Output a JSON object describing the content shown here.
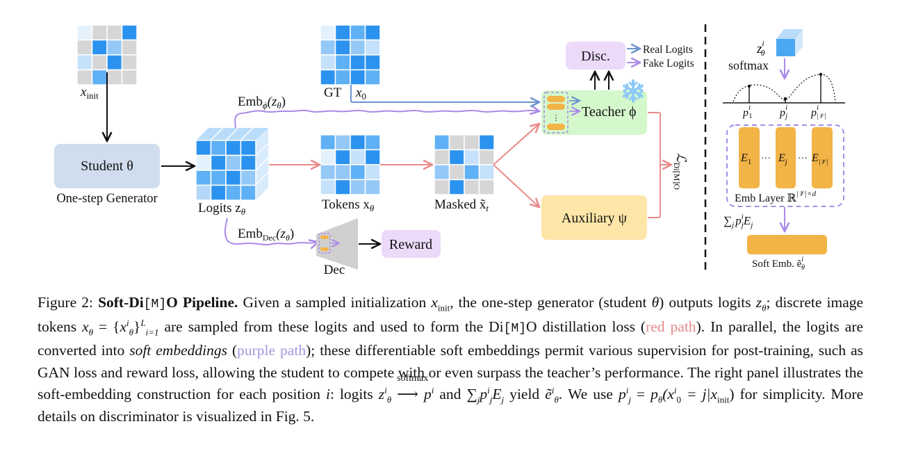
{
  "figure": {
    "grids": {
      "x_init": [
        [
          "l0",
          "g",
          "g",
          "b4"
        ],
        [
          "g",
          "b4",
          "b2",
          "g"
        ],
        [
          "l1",
          "g",
          "b4",
          "g"
        ],
        [
          "g",
          "b3",
          "g",
          "g"
        ]
      ],
      "gt": [
        [
          "l0",
          "b4",
          "b3",
          "b4"
        ],
        [
          "b2",
          "b4",
          "b2",
          "l1"
        ],
        [
          "l1",
          "b3",
          "b4",
          "b4"
        ],
        [
          "b4",
          "b3",
          "b4",
          "b3"
        ]
      ],
      "logits": [
        [
          "b4",
          "b3",
          "b4",
          "b4"
        ],
        [
          "l0",
          "b4",
          "b2",
          "b4"
        ],
        [
          "b3",
          "b3",
          "b4",
          "b2"
        ],
        [
          "l2",
          "b4",
          "b3",
          "b3"
        ]
      ],
      "tokens": [
        [
          "b3",
          "b2",
          "b4",
          "b3"
        ],
        [
          "l0",
          "b4",
          "l1",
          "b4"
        ],
        [
          "b2",
          "b2",
          "b3",
          "l1"
        ],
        [
          "l1",
          "b4",
          "b2",
          "b2"
        ]
      ],
      "masked": [
        [
          "b3",
          "g",
          "g",
          "b4"
        ],
        [
          "g",
          "b4",
          "l1",
          "g"
        ],
        [
          "b2",
          "g",
          "b3",
          "l1"
        ],
        [
          "g",
          "b4",
          "g",
          "g"
        ]
      ]
    },
    "palette": {
      "g": "#d6d6d6",
      "l0": "#e3f1fd",
      "l1": "#c5e1fb",
      "l2": "#b2d7f9",
      "b2": "#94c8f7",
      "b3": "#5fb0f4",
      "b4": "#2b92ef",
      "student_box": "#cfddee",
      "teacher_box": "#d4f7cb",
      "aux_box": "#fde6a8",
      "disc_box": "#ecdaf8",
      "reward_box": "#ecdaf8",
      "emb_bar": "#f2b347",
      "red_path": "#ea8a8a",
      "purple_path": "#a98ae8",
      "blue_path": "#6b93cf",
      "snowflake": "#8ec9f7"
    },
    "labels": {
      "x_init": "x",
      "x_init_sub": "init",
      "student": "Student θ",
      "generator": "One-step Generator",
      "logits": "Logits z",
      "logits_sub": "θ",
      "emb_phi": "Emb",
      "emb_phi_sub": "ϕ",
      "emb_phi_arg": "(z",
      "emb_phi_arg_sub": "θ",
      "emb_phi_close": ")",
      "emb_dec": "Emb",
      "emb_dec_sub": "Dec",
      "emb_dec_arg": "(z",
      "emb_dec_arg_sub": "θ",
      "emb_dec_close": ")",
      "gt": "GT",
      "x0": "x",
      "x0_sub": "0",
      "tokens": "Tokens x",
      "tokens_sub": "θ",
      "masked": "Masked x̃",
      "masked_sub": "t",
      "teacher": "Teacher ϕ",
      "auxiliary": "Auxiliary ψ",
      "disc": "Disc.",
      "real_logits": "Real Logits",
      "fake_logits": "Fake Logits",
      "dec": "Dec",
      "reward": "Reward",
      "loss": "ℒ",
      "loss_sub": "Di[M]O",
      "dots": "⋮"
    },
    "right_panel": {
      "z": "z",
      "z_sup": "i",
      "z_sub": "θ",
      "softmax": "softmax",
      "p1": "p",
      "p1_sup": "i",
      "p1_sub": "1",
      "pj": "p",
      "pj_sup": "i",
      "pj_sub": "j",
      "pv": "p",
      "pv_sup": "i",
      "pv_sub": "|𝒱|",
      "e1": "E",
      "e1_sub": "1",
      "ej": "E",
      "ej_sub": "j",
      "ev": "E",
      "ev_sub": "|𝒱|",
      "ellipsis": "···",
      "emb_layer": "Emb Layer ℝ",
      "emb_layer_sup": "|𝒱|×d",
      "sum": "∑",
      "sum_sub": "j",
      "sum_term": "p",
      "sum_term_sup": "i",
      "sum_term_sub": "j",
      "sum_e": "E",
      "sum_e_sub": "j",
      "soft_emb": "Soft Emb. ẽ",
      "soft_emb_sup": "i",
      "soft_emb_sub": "θ"
    }
  },
  "caption": {
    "fig_label": "Figure 2:",
    "title_a": "Soft-Di",
    "title_m": "[M]",
    "title_b": "O Pipeline.",
    "s1": "Given a sampled initialization",
    "x_init": "x",
    "x_init_sub": "init",
    "s2": ", the one-step generator (student",
    "theta": "θ",
    "s3": ") outputs logits",
    "z_theta": "z",
    "theta_sub": "θ",
    "s4": "; discrete image tokens",
    "x_theta": "x",
    "eq": " = {",
    "x_i": "x",
    "i_sup": "i",
    "set_close": "}",
    "L_sup": "L",
    "i1_sub": "i=1",
    "s5": "are sampled from these logits and used to form the Di",
    "m_mono": "[M]",
    "s6": "O distillation loss (",
    "red_path": "red path",
    "s7": "). In parallel, the logits are converted into",
    "soft_emb": "soft embeddings",
    "s8": "(",
    "purple_path": "purple path",
    "s9": "); these differentiable soft embeddings permit various supervision for post-training, such as GAN loss and reward loss, allowing the student to compete with or even surpass the teacher’s performance.  The right panel illustrates the soft-embedding construction for each position",
    "i": "i",
    "s10": ": logits",
    "softmax": "softmax",
    "arrow": "⟶",
    "p": "p",
    "s11": "and",
    "sum": "∑",
    "j": "j",
    "E": "E",
    "s12": "yield",
    "e_tilde": "ẽ",
    "s13": ".  We use",
    "eq2": " = ",
    "p_theta": "p",
    "paren": "(x",
    "zero": "0",
    "eqj": " = j|x",
    "s14": ") for simplicity. More details on discriminator is visualized in Fig. 5."
  }
}
